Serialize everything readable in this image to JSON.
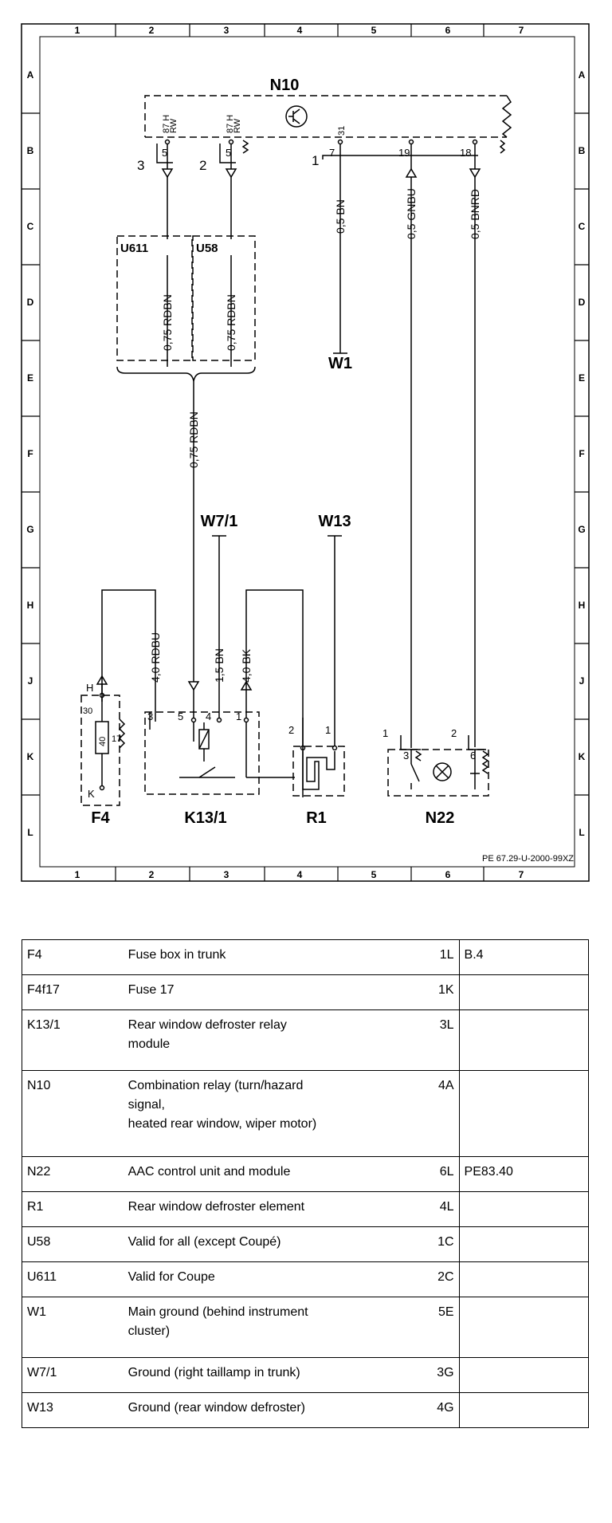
{
  "diagram": {
    "grid_columns": [
      "1",
      "2",
      "3",
      "4",
      "5",
      "6",
      "7"
    ],
    "grid_rows": [
      "A",
      "B",
      "C",
      "D",
      "E",
      "F",
      "G",
      "H",
      "J",
      "K",
      "L"
    ],
    "components": {
      "n10": "N10",
      "u611": "U611",
      "u58": "U58",
      "w1": "W1",
      "w7_1": "W7/1",
      "w13": "W13",
      "f4": "F4",
      "k13_1": "K13/1",
      "r1": "R1",
      "n22": "N22"
    },
    "wires": {
      "n10_pin3": "0,75 RDBN",
      "n10_pin2": "0,75 RDBN",
      "merged": "0,75 RDBN",
      "w1": "0,5 BN",
      "pin19": "0,5 GNBU",
      "pin18": "0,5 BNRD",
      "f4_k13": "4,0 RDBU",
      "w7_k13": "1,5 BN",
      "r1_k13": "4,0 BK"
    },
    "pins": {
      "n10_87h_a": "87 H",
      "n10_rw_a": "RW",
      "n10_87h_b": "87 H",
      "n10_rw_b": "RW",
      "n10_31": "31",
      "n10_5a": "5",
      "n10_5b": "5",
      "n10_3": "3",
      "n10_2": "2",
      "n10_1": "1",
      "n10_7": "7",
      "n10_19": "19",
      "n10_18": "18",
      "f4_h": "H",
      "f4_30": "30",
      "f4_40": "40",
      "f4_17": "17",
      "f4_k": "K",
      "k13_3": "3",
      "k13_5": "5",
      "k13_4": "4",
      "k13_1": "1",
      "r1_2": "2",
      "r1_1": "1",
      "n22_1": "1",
      "n22_3": "3",
      "n22_2": "2",
      "n22_6": "6"
    },
    "doc_ref": "PE 67.29-U-2000-99XZ"
  },
  "legend": [
    {
      "code": "F4",
      "desc": "Fuse box in trunk",
      "loc": "1L",
      "ref": "B.4"
    },
    {
      "code": "F4f17",
      "desc": "Fuse 17",
      "loc": "1K",
      "ref": ""
    },
    {
      "code": "K13/1",
      "desc": "Rear window defroster relay\nmodule",
      "loc": "3L",
      "ref": ""
    },
    {
      "code": "N10",
      "desc": "Combination relay (turn/hazard\nsignal,\nheated rear window, wiper motor)",
      "loc": "4A",
      "ref": ""
    },
    {
      "code": "N22",
      "desc": "AAC control unit and module",
      "loc": "6L",
      "ref": "PE83.40"
    },
    {
      "code": "R1",
      "desc": "Rear window defroster element",
      "loc": "4L",
      "ref": ""
    },
    {
      "code": "U58",
      "desc": "Valid for all (except Coupé)",
      "loc": "1C",
      "ref": ""
    },
    {
      "code": "U611",
      "desc": "Valid for Coupe",
      "loc": "2C",
      "ref": ""
    },
    {
      "code": "W1",
      "desc": "Main ground (behind instrument\ncluster)",
      "loc": "5E",
      "ref": ""
    },
    {
      "code": "W7/1",
      "desc": "Ground (right taillamp in trunk)",
      "loc": "3G",
      "ref": ""
    },
    {
      "code": "W13",
      "desc": "Ground (rear window defroster)",
      "loc": "4G",
      "ref": ""
    }
  ]
}
